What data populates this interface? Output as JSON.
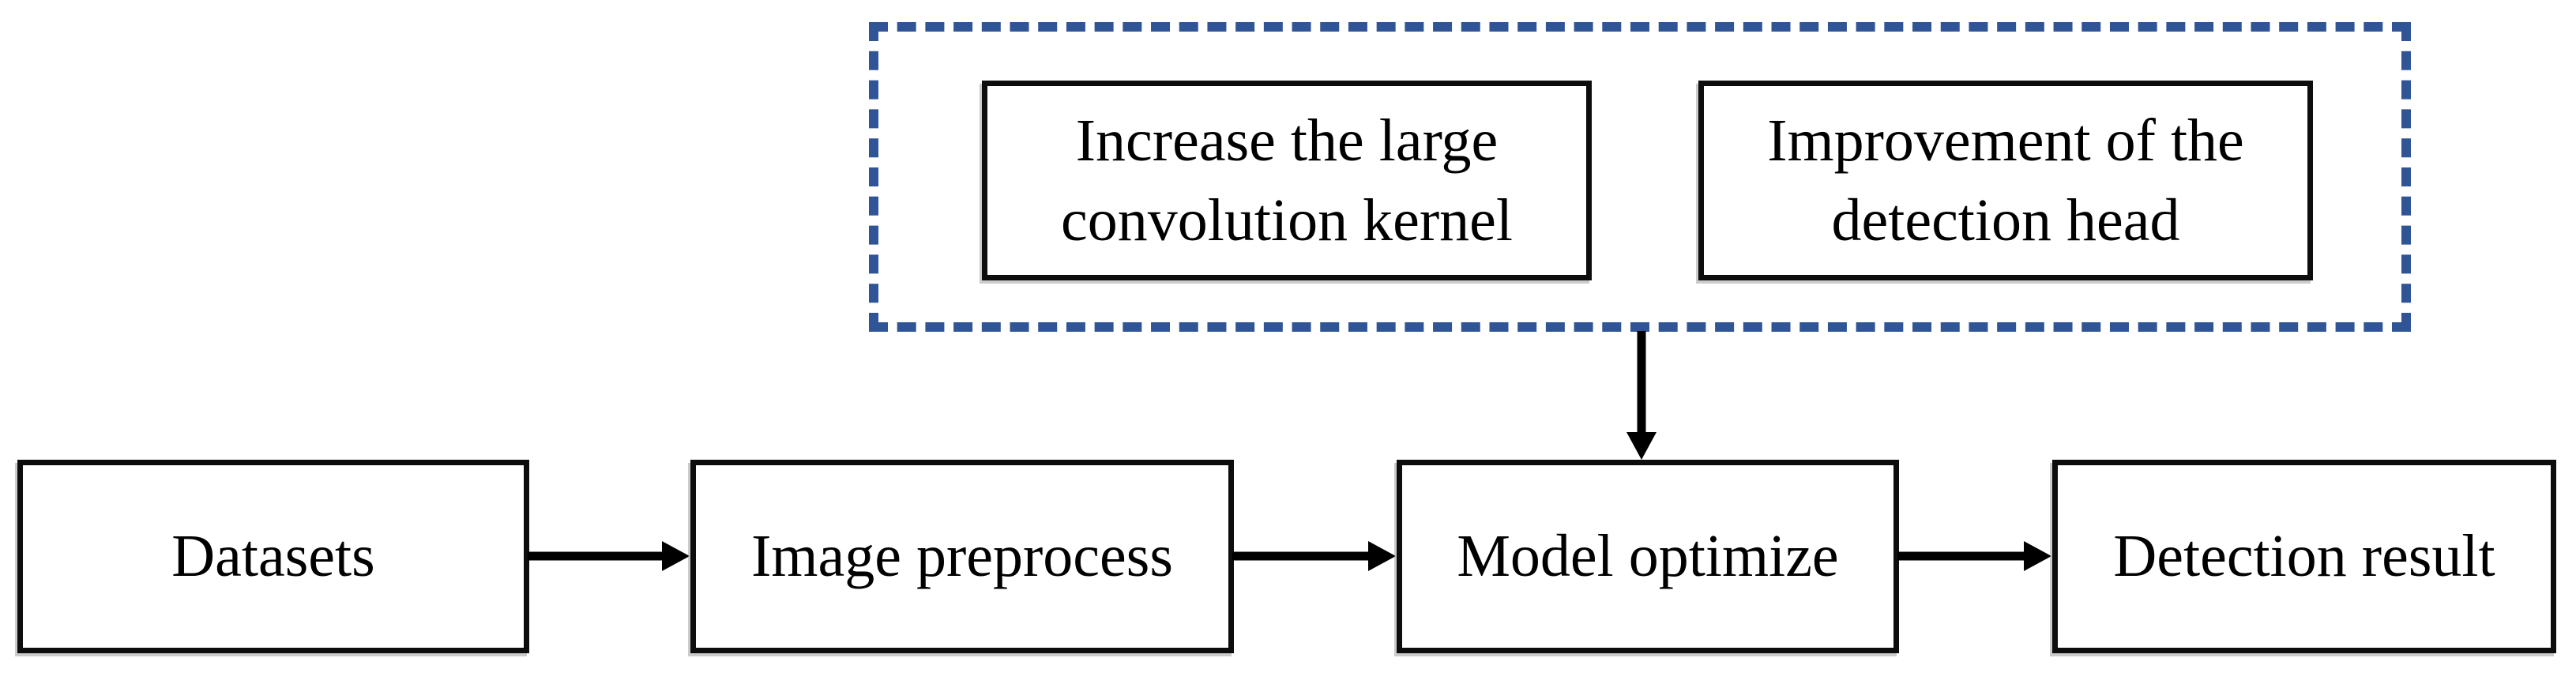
{
  "diagram": {
    "type": "flowchart",
    "optimization_group": {
      "boxes": [
        {
          "label": "Increase the large convolution kernel"
        },
        {
          "label": "Improvement of the detection head"
        }
      ]
    },
    "pipeline": {
      "boxes": [
        {
          "label": "Datasets"
        },
        {
          "label": "Image preprocess"
        },
        {
          "label": "Model optimize"
        },
        {
          "label": "Detection result"
        }
      ]
    },
    "connections": [
      {
        "from": "Datasets",
        "to": "Image preprocess",
        "direction": "right"
      },
      {
        "from": "Image preprocess",
        "to": "Model optimize",
        "direction": "right"
      },
      {
        "from": "Model optimize",
        "to": "Detection result",
        "direction": "right"
      },
      {
        "from": "optimization group",
        "to": "Model optimize",
        "direction": "down"
      }
    ],
    "colors": {
      "dashed_frame": "#2F5597",
      "box_border": "#0D0D0D",
      "arrow": "#000000",
      "text": "#000000",
      "background": "#FFFFFF"
    }
  }
}
